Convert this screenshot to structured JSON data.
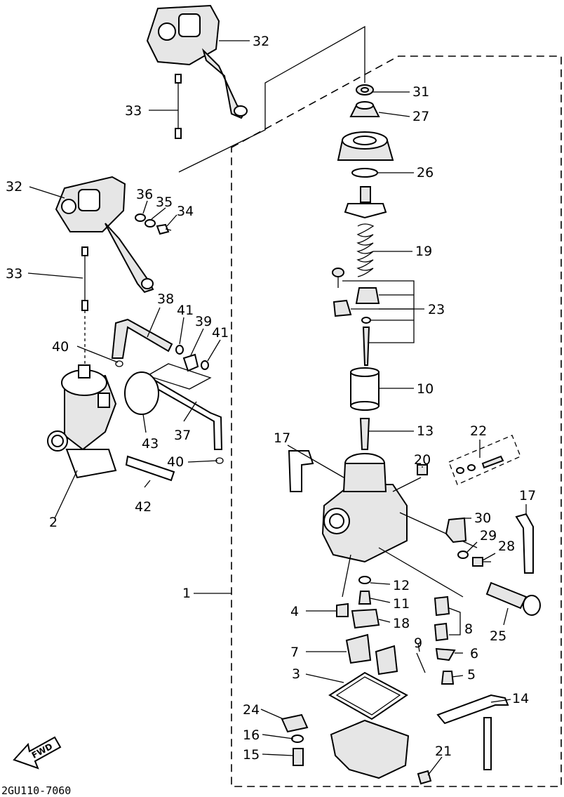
{
  "parts": [
    {
      "id": "1",
      "label": "1"
    },
    {
      "id": "2",
      "label": "2"
    },
    {
      "id": "3",
      "label": "3"
    },
    {
      "id": "4",
      "label": "4"
    },
    {
      "id": "5",
      "label": "5"
    },
    {
      "id": "6",
      "label": "6"
    },
    {
      "id": "7",
      "label": "7"
    },
    {
      "id": "8",
      "label": "8"
    },
    {
      "id": "9",
      "label": "9"
    },
    {
      "id": "10",
      "label": "10"
    },
    {
      "id": "11",
      "label": "11"
    },
    {
      "id": "12",
      "label": "12"
    },
    {
      "id": "13",
      "label": "13"
    },
    {
      "id": "14",
      "label": "14"
    },
    {
      "id": "15",
      "label": "15"
    },
    {
      "id": "16",
      "label": "16"
    },
    {
      "id": "17a",
      "label": "17"
    },
    {
      "id": "17b",
      "label": "17"
    },
    {
      "id": "18",
      "label": "18"
    },
    {
      "id": "19",
      "label": "19"
    },
    {
      "id": "20",
      "label": "20"
    },
    {
      "id": "21",
      "label": "21"
    },
    {
      "id": "22",
      "label": "22"
    },
    {
      "id": "23",
      "label": "23"
    },
    {
      "id": "24",
      "label": "24"
    },
    {
      "id": "25",
      "label": "25"
    },
    {
      "id": "26",
      "label": "26"
    },
    {
      "id": "27",
      "label": "27"
    },
    {
      "id": "28",
      "label": "28"
    },
    {
      "id": "29",
      "label": "29"
    },
    {
      "id": "30",
      "label": "30"
    },
    {
      "id": "31",
      "label": "31"
    },
    {
      "id": "32a",
      "label": "32"
    },
    {
      "id": "32b",
      "label": "32"
    },
    {
      "id": "33a",
      "label": "33"
    },
    {
      "id": "33b",
      "label": "33"
    },
    {
      "id": "34",
      "label": "34"
    },
    {
      "id": "35",
      "label": "35"
    },
    {
      "id": "36",
      "label": "36"
    },
    {
      "id": "37",
      "label": "37"
    },
    {
      "id": "38",
      "label": "38"
    },
    {
      "id": "39",
      "label": "39"
    },
    {
      "id": "40a",
      "label": "40"
    },
    {
      "id": "40b",
      "label": "40"
    },
    {
      "id": "41a",
      "label": "41"
    },
    {
      "id": "41b",
      "label": "41"
    },
    {
      "id": "42",
      "label": "42"
    },
    {
      "id": "43",
      "label": "43"
    }
  ],
  "fwd_label": "FWD",
  "diagram_code": "2GU110-7060"
}
